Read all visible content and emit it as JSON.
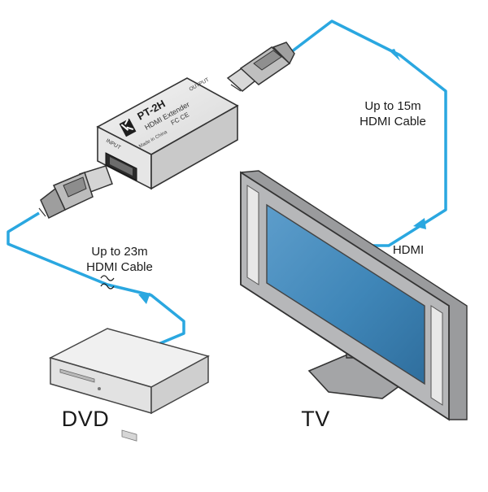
{
  "device": {
    "model": "PT-2H",
    "name": "HDMI Extender",
    "input_port": "INPUT",
    "output_port": "OUTPUT",
    "origin": "Made in China",
    "cert": "FC CE",
    "brand_mark": "kramer-k-logo"
  },
  "labels": {
    "output_cable_line1": "Up to 15m",
    "output_cable_line2": "HDMI Cable",
    "input_cable_line1": "Up to 23m",
    "input_cable_line2": "HDMI Cable",
    "tv_port": "HDMI",
    "source_device": "DVD",
    "display_device": "TV"
  },
  "colors": {
    "cable": "#2aa7e0",
    "screen": "#3f86b8",
    "bezel": "#a9aaac",
    "background": "#ffffff"
  }
}
